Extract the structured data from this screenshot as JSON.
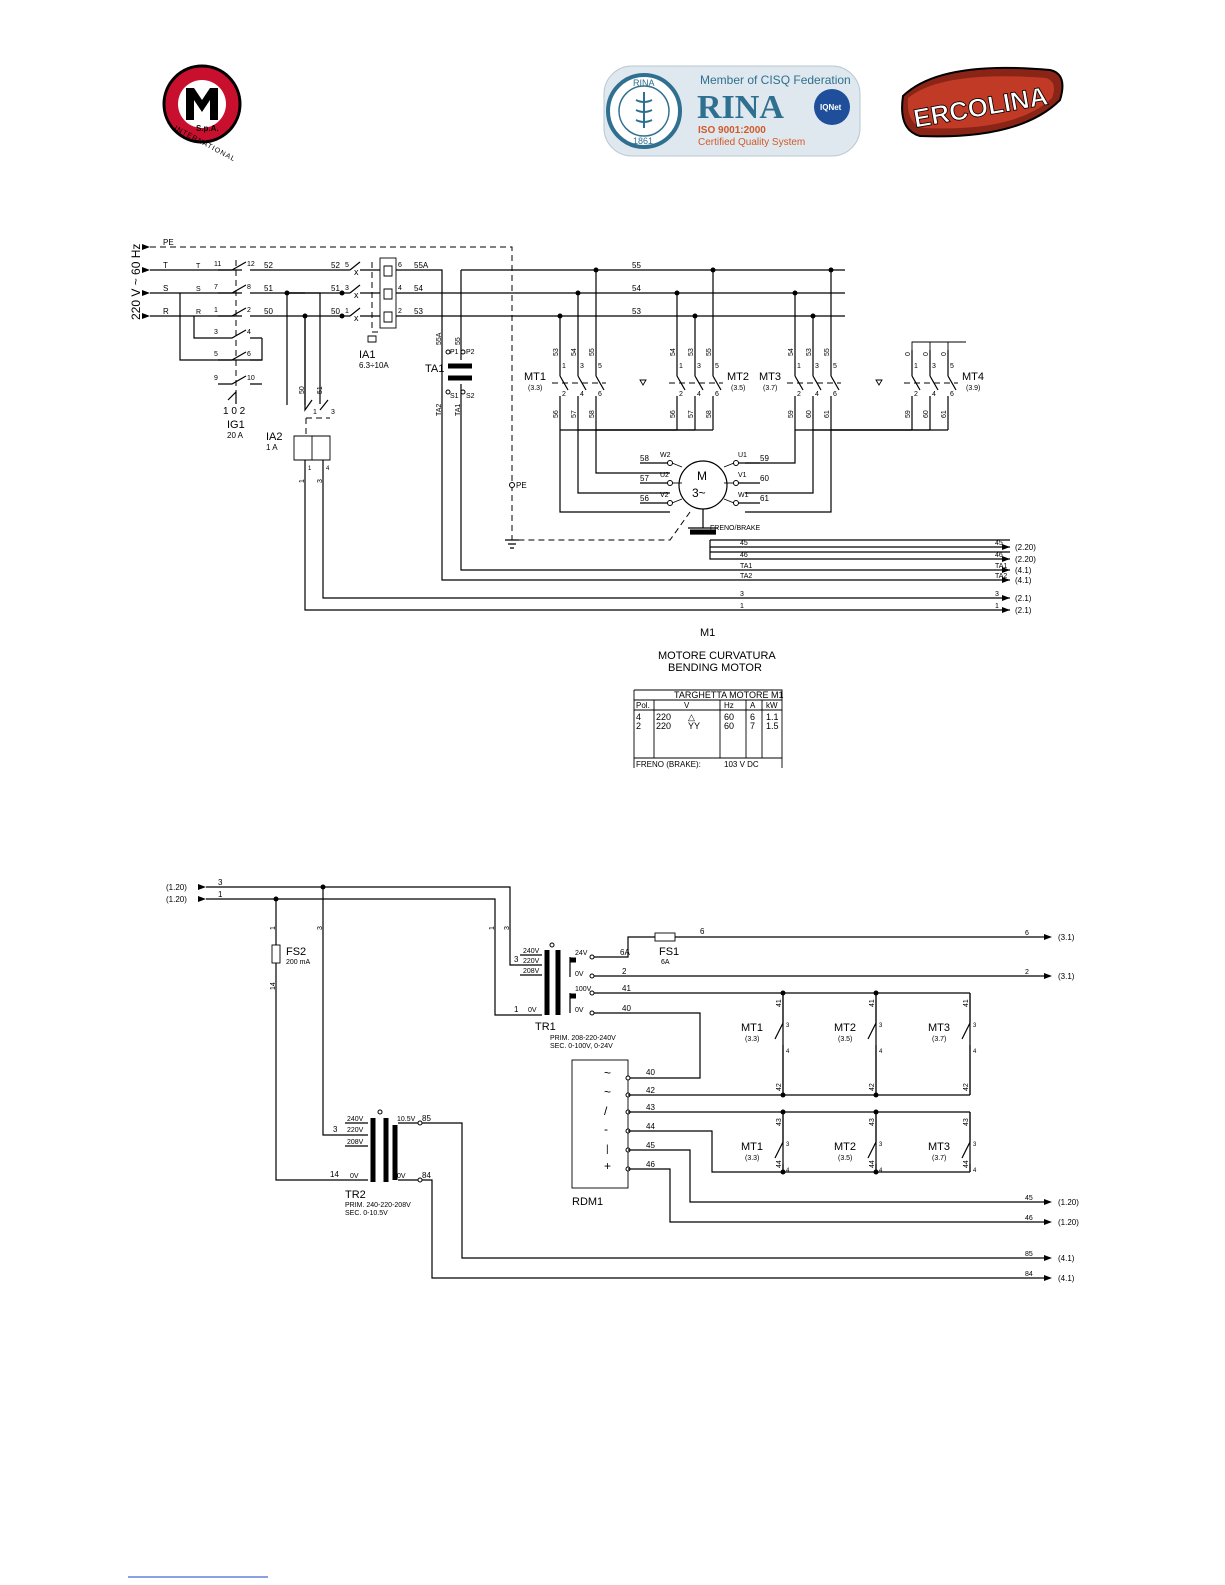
{
  "logos": {
    "cml": {
      "text": "S.p.A.",
      "ring_text": "INTERNATIONAL"
    },
    "rina": {
      "header": "Member of CISQ Federation",
      "name": "RINA",
      "iso": "ISO 9001:2000",
      "system": "Certified Quality System",
      "seal_top": "RINA",
      "seal_bottom": "1861",
      "iqnet": "IQNet"
    },
    "ercolina": {
      "name": "ERCOLINA"
    }
  },
  "power": {
    "supply": "220 V ~ 60 Hz",
    "phases": [
      "PE",
      "T",
      "S",
      "R"
    ],
    "ig1": {
      "name": "IG1",
      "rating": "20 A",
      "positions": "1 0 2",
      "pins": [
        "11",
        "12",
        "7",
        "8",
        "1",
        "2",
        "3",
        "4",
        "5",
        "6",
        "9",
        "10"
      ]
    },
    "ia1": {
      "name": "IA1",
      "rating": "6.3÷10A",
      "pins": [
        "5",
        "6",
        "3",
        "4",
        "1",
        "2"
      ]
    },
    "ia2": {
      "name": "IA2",
      "rating": "1 A",
      "pins": [
        "1",
        "3",
        "1",
        "4"
      ]
    },
    "ta1": {
      "name": "TA1",
      "pins": [
        "P1",
        "P2",
        "S1",
        "S2"
      ]
    },
    "wires": [
      "52",
      "51",
      "50",
      "55A",
      "54",
      "53",
      "55",
      "TA2",
      "TA1",
      "50",
      "51",
      "1",
      "3"
    ],
    "contactors": [
      {
        "name": "MT1",
        "ref": "(3.3)",
        "top": [
          "53",
          "54",
          "55"
        ],
        "bottom": [
          "56",
          "57",
          "58"
        ],
        "pins": [
          "1",
          "2",
          "3",
          "4",
          "5",
          "6"
        ]
      },
      {
        "name": "MT2",
        "ref": "(3.5)",
        "top": [
          "54",
          "53",
          "55"
        ],
        "bottom": [
          "56",
          "57",
          "58"
        ],
        "pins": [
          "1",
          "2",
          "3",
          "4",
          "5",
          "6"
        ]
      },
      {
        "name": "MT3",
        "ref": "(3.7)",
        "top": [
          "54",
          "53",
          "55"
        ],
        "bottom": [
          "59",
          "60",
          "61"
        ],
        "pins": [
          "1",
          "2",
          "3",
          "4",
          "5",
          "6"
        ]
      },
      {
        "name": "MT4",
        "ref": "(3.9)",
        "top": [
          "0",
          "0",
          "0"
        ],
        "bottom": [
          "59",
          "60",
          "61"
        ],
        "pins": [
          "1",
          "2",
          "3",
          "4",
          "5",
          "6"
        ]
      }
    ],
    "motor": {
      "symbol": "M",
      "phase": "3~",
      "left_terms": [
        [
          "58",
          "W2"
        ],
        [
          "57",
          "U2"
        ],
        [
          "56",
          "V2"
        ]
      ],
      "right_terms": [
        [
          "U1",
          "59"
        ],
        [
          "V1",
          "60"
        ],
        [
          "W1",
          "61"
        ]
      ],
      "pe": "PE",
      "brake": "FRENO/BRAKE"
    },
    "outputs": [
      {
        "wire": "45",
        "ref": "(2.20)"
      },
      {
        "wire": "46",
        "ref": "(2.20)"
      },
      {
        "wire": "TA1",
        "ref": "(4.1)"
      },
      {
        "wire": "TA2",
        "ref": "(4.1)"
      },
      {
        "wire": "3",
        "ref": "(2.1)"
      },
      {
        "wire": "1",
        "ref": "(2.1)"
      }
    ],
    "motor_info": {
      "id": "M1",
      "title_it": "MOTORE CURVATURA",
      "title_en": "BENDING MOTOR",
      "plate": {
        "title": "TARGHETTA MOTORE M1",
        "headers": [
          "Pol.",
          "V",
          "Hz",
          "A",
          "kW"
        ],
        "rows": [
          [
            "4",
            "220",
            "△",
            "60",
            "6",
            "1.1"
          ],
          [
            "2",
            "220",
            "YY",
            "60",
            "7",
            "1.5"
          ]
        ],
        "brake": "FRENO (BRAKE):",
        "brake_value": "103 V DC"
      }
    }
  },
  "control": {
    "inputs": [
      {
        "wire": "3",
        "ref": "(1.20)"
      },
      {
        "wire": "1",
        "ref": "(1.20)"
      }
    ],
    "fs2": {
      "name": "FS2",
      "rating": "200 mA"
    },
    "fs1": {
      "name": "FS1",
      "rating": "6A"
    },
    "tr1": {
      "name": "TR1",
      "prim": "PRIM. 208-220-240V",
      "sec": "SEC. 0-100V, 0-24V",
      "taps_in": [
        "240V",
        "220V",
        "208V",
        "0V"
      ],
      "taps_out": [
        "24V",
        "0V",
        "100V",
        "0V"
      ]
    },
    "tr2": {
      "name": "TR2",
      "prim": "PRIM. 240-220-208V",
      "sec": "SEC. 0-10.5V",
      "taps_in": [
        "240V",
        "220V",
        "208V",
        "0V"
      ],
      "taps_out": [
        "10.5V",
        "0V"
      ]
    },
    "rdm1": {
      "name": "RDM1",
      "symbols": [
        "~",
        "~",
        "/",
        "-",
        "+"
      ]
    },
    "wires": [
      "1",
      "3",
      "14",
      "6A",
      "6",
      "2",
      "41",
      "40",
      "42",
      "43",
      "44",
      "45",
      "46",
      "85",
      "84"
    ],
    "contacts_top": [
      {
        "name": "MT1",
        "ref": "(3.3)"
      },
      {
        "name": "MT2",
        "ref": "(3.5)"
      },
      {
        "name": "MT3",
        "ref": "(3.7)"
      }
    ],
    "contacts_bottom": [
      {
        "name": "MT1",
        "ref": "(3.3)"
      },
      {
        "name": "MT2",
        "ref": "(3.5)"
      },
      {
        "name": "MT3",
        "ref": "(3.7)"
      }
    ],
    "outputs": [
      {
        "wire": "6",
        "ref": "(3.1)"
      },
      {
        "wire": "2",
        "ref": "(3.1)"
      },
      {
        "wire": "45",
        "ref": "(1.20)"
      },
      {
        "wire": "46",
        "ref": "(1.20)"
      },
      {
        "wire": "85",
        "ref": "(4.1)"
      },
      {
        "wire": "84",
        "ref": "(4.1)"
      }
    ]
  }
}
